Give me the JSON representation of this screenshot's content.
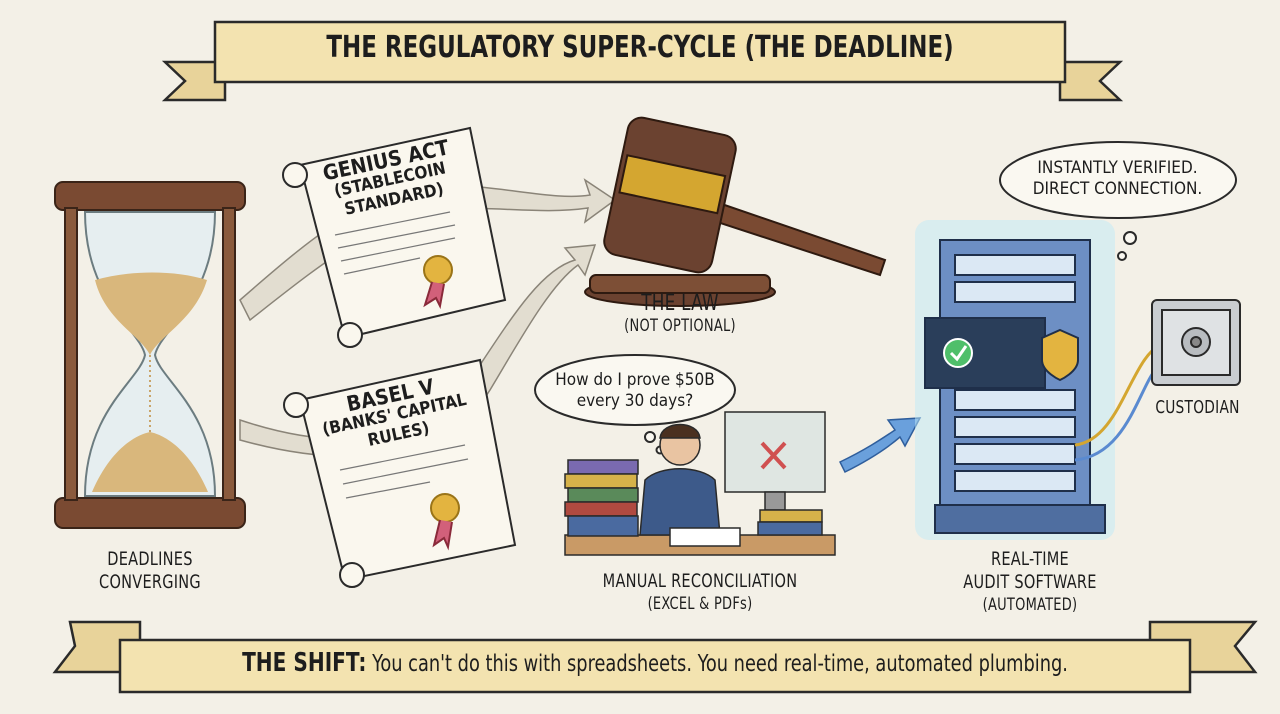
{
  "title": "THE REGULATORY SUPER-CYCLE (THE DEADLINE)",
  "hourglass": {
    "label_line1": "DEADLINES",
    "label_line2": "CONVERGING"
  },
  "scrolls": [
    {
      "title": "GENIUS ACT",
      "subtitle_line1": "(STABLECOIN",
      "subtitle_line2": "STANDARD)"
    },
    {
      "title": "BASEL V",
      "subtitle_line1": "(BANKS' CAPITAL",
      "subtitle_line2": "RULES)"
    }
  ],
  "law": {
    "label": "THE LAW",
    "sublabel": "(NOT OPTIONAL)"
  },
  "manual": {
    "thought_line1": "How do I prove $50B",
    "thought_line2": "every 30 days?",
    "label": "MANUAL RECONCILIATION",
    "sublabel": "(EXCEL & PDFs)"
  },
  "software": {
    "thought_line1": "INSTANTLY VERIFIED.",
    "thought_line2": "DIRECT CONNECTION.",
    "label_line1": "REAL-TIME",
    "label_line2": "AUDIT SOFTWARE",
    "label_line3": "(AUTOMATED)"
  },
  "custodian": {
    "label": "CUSTODIAN"
  },
  "footer": {
    "lead": "THE SHIFT:",
    "text": "You can't do this with spreadsheets. You need real-time, automated plumbing."
  },
  "colors": {
    "background": "#f3f0e7",
    "banner": "#f3e3b0",
    "wood": "#6b4230",
    "gold": "#d4a630",
    "server": "#6d8fc4",
    "glow": "#8fd8f0"
  }
}
